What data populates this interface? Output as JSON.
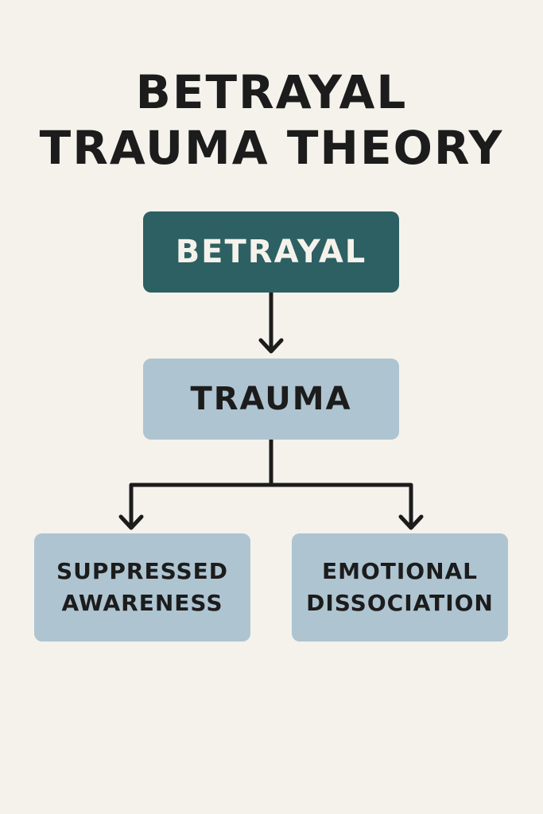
{
  "title": {
    "line1": "BETRAYAL",
    "line2": "TRAUMA THEORY"
  },
  "nodes": {
    "betrayal": "BETRAYAL",
    "trauma": "TRAUMA",
    "suppressed": {
      "line1": "SUPPRESSED",
      "line2": "AWARENESS"
    },
    "emotional": {
      "line1": "EMOTIONAL",
      "line2": "DISSOCIATION"
    }
  },
  "colors": {
    "background": "#f5f2ec",
    "dark_teal": "#2d6063",
    "light_blue": "#aec4d1",
    "text": "#1c1c1c"
  },
  "edges": [
    {
      "from": "BETRAYAL",
      "to": "TRAUMA"
    },
    {
      "from": "TRAUMA",
      "to": "SUPPRESSED AWARENESS"
    },
    {
      "from": "TRAUMA",
      "to": "EMOTIONAL DISSOCIATION"
    }
  ]
}
